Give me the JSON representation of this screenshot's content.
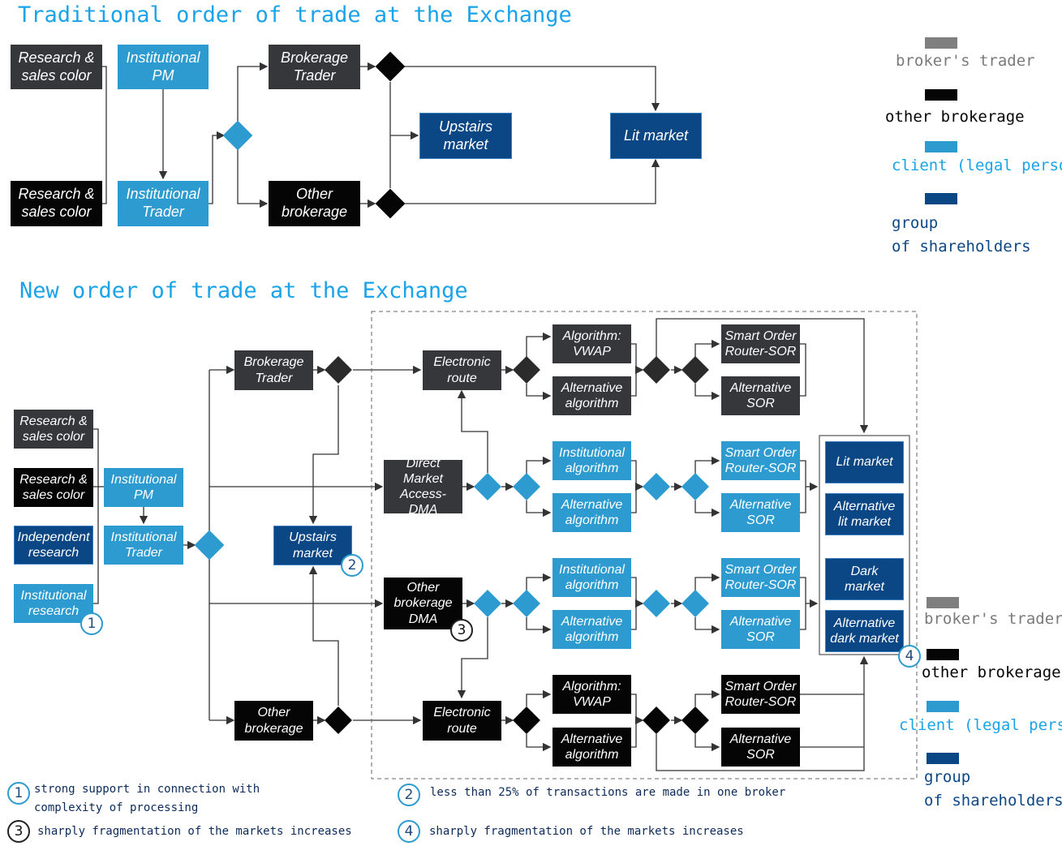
{
  "colors": {
    "brokers_trader": "#36373b",
    "other_brokerage": "#050505",
    "client": "#2d9bd0",
    "group": "#0c4785",
    "title": "#1aa3e8"
  },
  "traditional": {
    "title": "Traditional order of trade at the Exchange",
    "research1": "Research & sales color",
    "research2": "Research & sales color",
    "inst_pm": "Institutional PM",
    "inst_trader": "Institutional Trader",
    "brokerage_trader": "Brokerage Trader",
    "other_brokerage": "Other brokerage",
    "upstairs": "Upstairs market",
    "lit": "Lit market"
  },
  "legend_top": {
    "brokers_trader": "broker's trader",
    "other_brokerage": "other brokerage",
    "client": "client (legal person)",
    "group_line1": "group",
    "group_line2": "of shareholders"
  },
  "new_order": {
    "title": "New order of trade at the Exchange",
    "research1": "Research & sales color",
    "research2": "Research & sales color",
    "independent": "Independent research",
    "inst_research": "Institutional research",
    "inst_pm": "Institutional PM",
    "inst_trader": "Institutional Trader",
    "brokerage_trader": "Brokerage Trader",
    "upstairs": "Upstairs market",
    "other_brokerage": "Other brokerage",
    "electronic_route_1": "Electronic route",
    "electronic_route_2": "Electronic route",
    "dma": "Direct Market Access-DMA",
    "other_dma": "Other brokerage DMA",
    "algo_vwap_1": "Algorithm: VWAP",
    "alt_algo_1": "Alternative algorithm",
    "inst_algo_1": "Institutional algorithm",
    "alt_algo_2": "Alternative algorithm",
    "inst_algo_2": "Institutional algorithm",
    "alt_algo_3": "Alternative algorithm",
    "algo_vwap_2": "Algorithm: VWAP",
    "alt_algo_4": "Alternative algorithm",
    "sor_1": "Smart Order Router-SOR",
    "alt_sor_1": "Alternative SOR",
    "sor_2": "Smart Order Router-SOR",
    "alt_sor_2": "Alternative SOR",
    "sor_3": "Smart Order Router-SOR",
    "alt_sor_3": "Alternative SOR",
    "sor_4": "Smart Order Router-SOR",
    "alt_sor_4": "Alternative SOR",
    "lit": "Lit market",
    "alt_lit": "Alternative lit market",
    "dark": "Dark market",
    "alt_dark": "Alternative dark market"
  },
  "badges": {
    "b1": "1",
    "b2": "2",
    "b3": "3",
    "b4": "4"
  },
  "legend_bottom": {
    "brokers_trader": "broker's trader",
    "other_brokerage": "other brokerage",
    "client": "client (legal person)",
    "group_line1": "group",
    "group_line2": "of shareholders"
  },
  "notes": {
    "n1_line1": "strong support in connection with",
    "n1_line2": "complexity of processing",
    "n2": "less than 25% of transactions are made in one broker",
    "n3": "sharply fragmentation of the markets increases",
    "n4": "sharply fragmentation of the markets increases"
  }
}
